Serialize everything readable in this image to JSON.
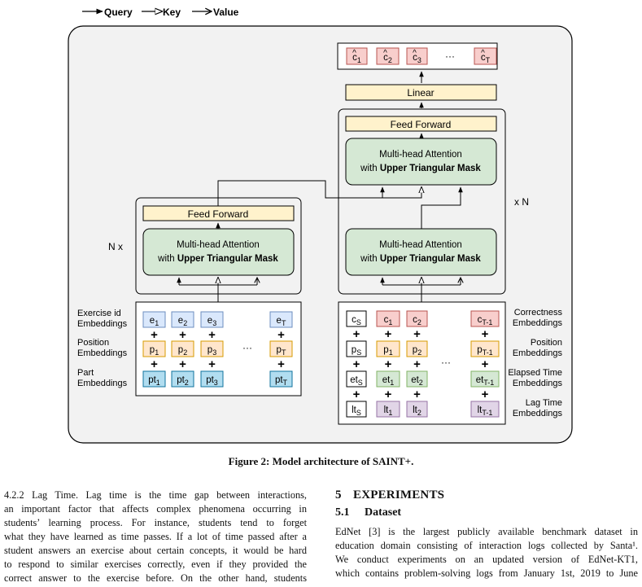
{
  "legend": {
    "query": "Query",
    "key": "Key",
    "value": "Value"
  },
  "encoder": {
    "repeat": "N x",
    "feed_forward": "Feed Forward",
    "attention_line1": "Multi-head Attention",
    "attention_prefix": "with ",
    "attention_bold": "Upper Triangular Mask",
    "rows": [
      {
        "label1": "Exercise id",
        "label2": "Embeddings",
        "cells": [
          [
            "e",
            "1"
          ],
          [
            "e",
            "2"
          ],
          [
            "e",
            "3"
          ],
          [
            "e",
            "T"
          ]
        ]
      },
      {
        "label1": "Position",
        "label2": "Embeddings",
        "cells": [
          [
            "p",
            "1"
          ],
          [
            "p",
            "2"
          ],
          [
            "p",
            "3"
          ],
          [
            "p",
            "T"
          ]
        ]
      },
      {
        "label1": "Part",
        "label2": "Embeddings",
        "cells": [
          [
            "pt",
            "1"
          ],
          [
            "pt",
            "2"
          ],
          [
            "pt",
            "3"
          ],
          [
            "pt",
            "T"
          ]
        ]
      }
    ],
    "ellipsis": "···",
    "plus": "+"
  },
  "decoder": {
    "repeat": "x N",
    "linear": "Linear",
    "feed_forward": "Feed Forward",
    "attention_line1": "Multi-head Attention",
    "attention_prefix": "with ",
    "attention_bold": "Upper Triangular Mask",
    "outputs": [
      [
        "c",
        "1"
      ],
      [
        "c",
        "2"
      ],
      [
        "c",
        "3"
      ],
      [
        "c",
        "T"
      ]
    ],
    "rows": [
      {
        "label1": "Correctness",
        "label2": "Embeddings",
        "cells": [
          [
            "c",
            "S"
          ],
          [
            "c",
            "1"
          ],
          [
            "c",
            "2"
          ],
          [
            "c",
            "T-1"
          ]
        ]
      },
      {
        "label1": "Position",
        "label2": "Embeddings",
        "cells": [
          [
            "p",
            "S"
          ],
          [
            "p",
            "1"
          ],
          [
            "p",
            "2"
          ],
          [
            "p",
            "T-1"
          ]
        ]
      },
      {
        "label1": "Elapsed Time",
        "label2": "Embeddings",
        "cells": [
          [
            "et",
            "S"
          ],
          [
            "et",
            "1"
          ],
          [
            "et",
            "2"
          ],
          [
            "et",
            "T-1"
          ]
        ]
      },
      {
        "label1": "Lag Time",
        "label2": "Embeddings",
        "cells": [
          [
            "lt",
            "S"
          ],
          [
            "lt",
            "1"
          ],
          [
            "lt",
            "2"
          ],
          [
            "lt",
            "T-1"
          ]
        ]
      }
    ],
    "ellipsis": "···",
    "plus": "+"
  },
  "colors": {
    "blue": "#dae8fc",
    "blue_stroke": "#6c8ebf",
    "orange": "#ffe6cc",
    "orange_stroke": "#d79b00",
    "teal": "#b1ddf0",
    "teal_stroke": "#10739e",
    "red": "#f8cecc",
    "red_stroke": "#b85450",
    "green": "#d5e8d4",
    "green_stroke": "#82b366",
    "purple": "#e1d5e7",
    "purple_stroke": "#9673a6",
    "yellow": "#fff2cc",
    "yellow_stroke": "#d6b656",
    "panel": "#f2f2f2"
  },
  "caption": "Figure 2: Model architecture of SAINT+.",
  "left_column": {
    "lines": [
      "4.2.2   Lag Time. Lag time is the time gap between interactions,",
      "an important factor that affects complex phenomena occurring in",
      "students’ learning process. For instance, students tend to forget",
      "what they have learned as time passes. If a lot of time passed after a",
      "student answers an exercise about certain concepts, it would be hard",
      "to respond to similar exercises correctly, even if they provided the",
      "correct answer to the exercise before. On the other hand, students"
    ]
  },
  "right_column": {
    "section_number": "5",
    "section_title": "EXPERIMENTS",
    "subsection_number": "5.1",
    "subsection_title": "Dataset",
    "lines": [
      "EdNet [3] is the largest publicly available benchmark dataset in",
      "education domain consisting of interaction logs collected by Santa¹.",
      "We conduct experiments on an updated version of EdNet-KT1,",
      "which contains problem-solving logs from January 1st, 2019 to June"
    ]
  }
}
